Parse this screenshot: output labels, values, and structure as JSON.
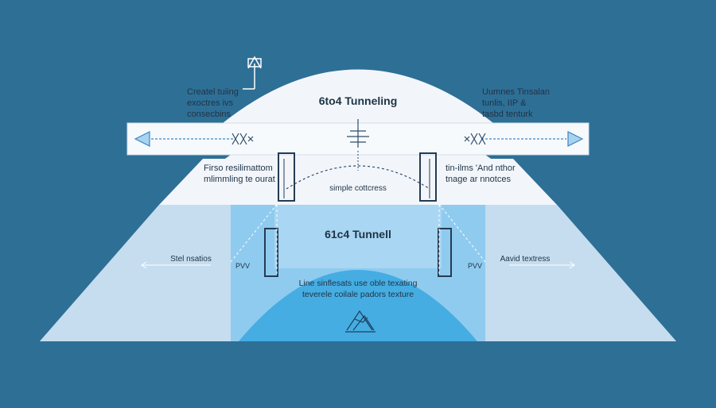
{
  "colors": {
    "background": "#2e6f96",
    "dome": "#f2f6fb",
    "lower_band": "#d6e7f3",
    "side_band": "#c3dcee",
    "inner_tunnel": "#8fcbef",
    "inner_arch": "#45ade2",
    "accent_line": "#3b86c4",
    "text": "#1f3345"
  },
  "labels": {
    "top_left": [
      "Createl tuiing",
      "exoctres ivs",
      "consecbins"
    ],
    "top_right": [
      "Uumnes Tinsalan",
      "tunlis, IIP &",
      "tasbd tenturk"
    ],
    "dome_title": "6to4 Tunneling",
    "mid_left": [
      "Firso resilimattom",
      "mlimmling te ourat"
    ],
    "mid_right": [
      "tin-ilms 'And nthor",
      "tnage ar nnotces"
    ],
    "arch_caption": "simple cottcress",
    "tunnel_title": "61c4 Tunnell",
    "side_left": "Stel nsatios",
    "side_right": "Aavid textress",
    "pvv_left": "PVV",
    "pvv_right": "PVV",
    "inner_caption": [
      "Line sinflesats use oble texating",
      "teverele coilale padors texture"
    ]
  },
  "icons": {
    "top_arrow": "arrow-up-icon",
    "left_arrow": "arrow-left-icon",
    "right_arrow": "arrow-right-icon",
    "left_packet": "packet-cross-icon",
    "right_packet": "packet-cross-icon",
    "center_node": "tunnel-endpoint-icon",
    "mountain": "mountain-logo-icon"
  }
}
